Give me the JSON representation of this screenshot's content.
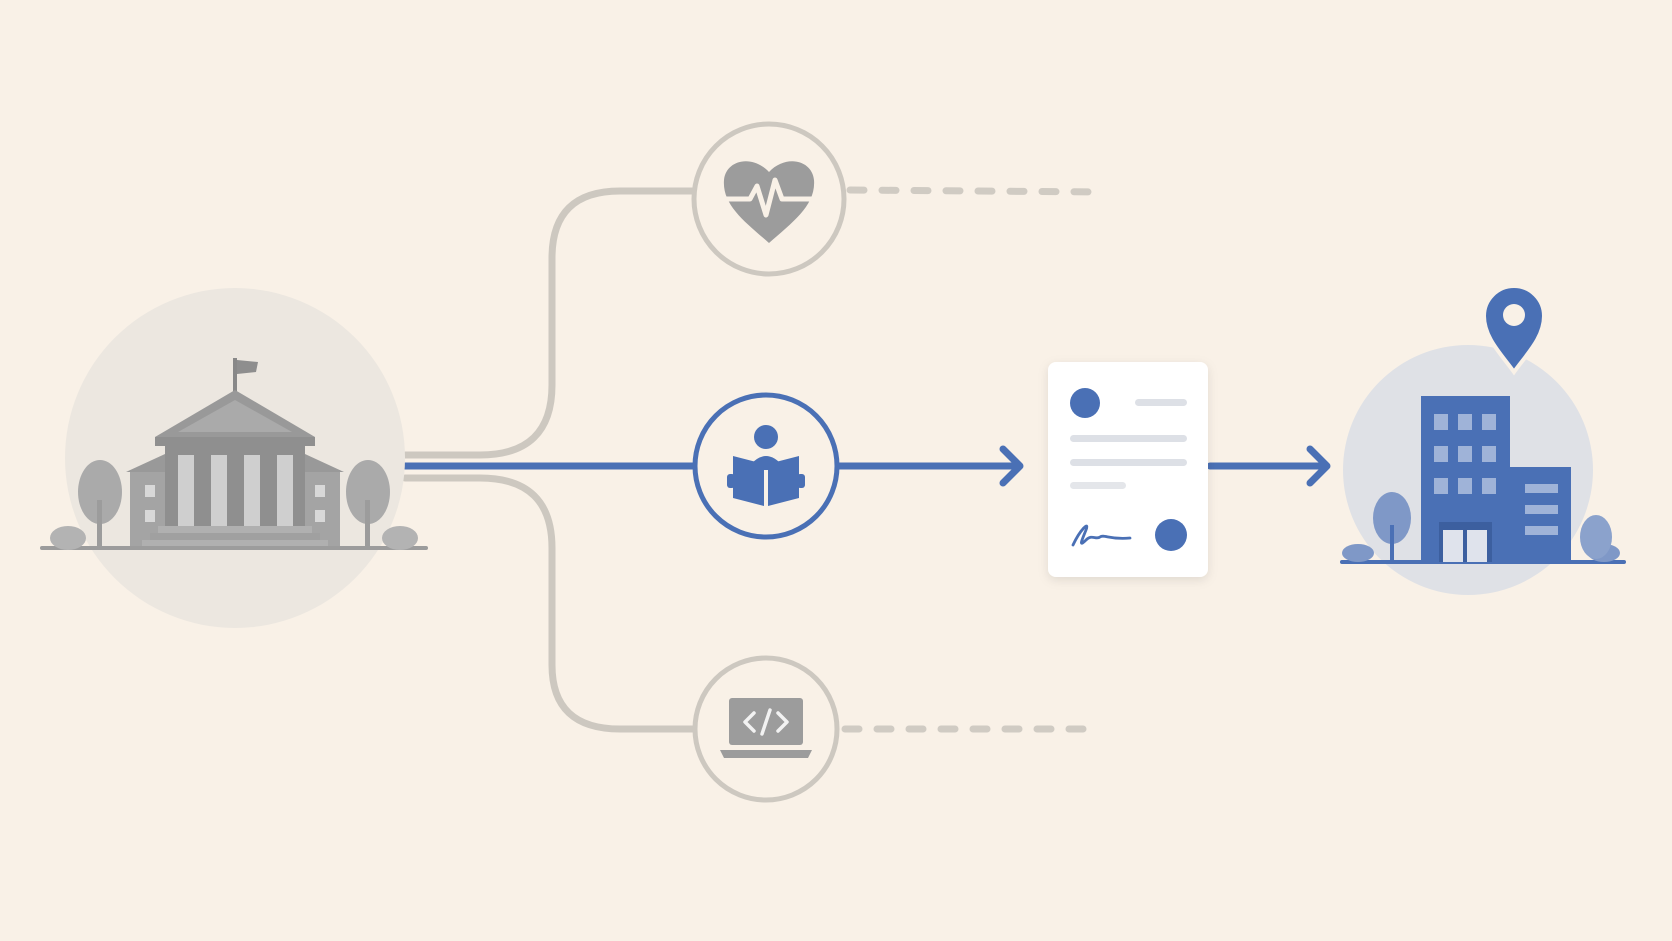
{
  "diagram": {
    "nodes": [
      {
        "id": "institution",
        "icon": "government-building-icon",
        "state": "inactive"
      },
      {
        "id": "health",
        "icon": "heart-pulse-icon",
        "state": "inactive"
      },
      {
        "id": "education",
        "icon": "reading-person-icon",
        "state": "active"
      },
      {
        "id": "technology",
        "icon": "laptop-code-icon",
        "state": "inactive"
      },
      {
        "id": "document",
        "icon": "signed-document-icon",
        "state": "active"
      },
      {
        "id": "destination",
        "icon": "office-building-location-icon",
        "state": "active"
      }
    ],
    "edges": [
      {
        "from": "institution",
        "to": "health",
        "style": "solid",
        "state": "inactive"
      },
      {
        "from": "institution",
        "to": "education",
        "style": "solid",
        "state": "active"
      },
      {
        "from": "institution",
        "to": "technology",
        "style": "solid",
        "state": "inactive"
      },
      {
        "from": "health",
        "to": "none",
        "style": "dashed",
        "state": "inactive"
      },
      {
        "from": "technology",
        "to": "none",
        "style": "dashed",
        "state": "inactive"
      },
      {
        "from": "education",
        "to": "document",
        "style": "arrow",
        "state": "active"
      },
      {
        "from": "document",
        "to": "destination",
        "style": "arrow",
        "state": "active"
      }
    ]
  },
  "colors": {
    "background": "#f9f1e7",
    "active": "#4a70b5",
    "inactive": "#c9c4bc",
    "icon_gray": "#9b9b9b",
    "card": "#ffffff"
  }
}
